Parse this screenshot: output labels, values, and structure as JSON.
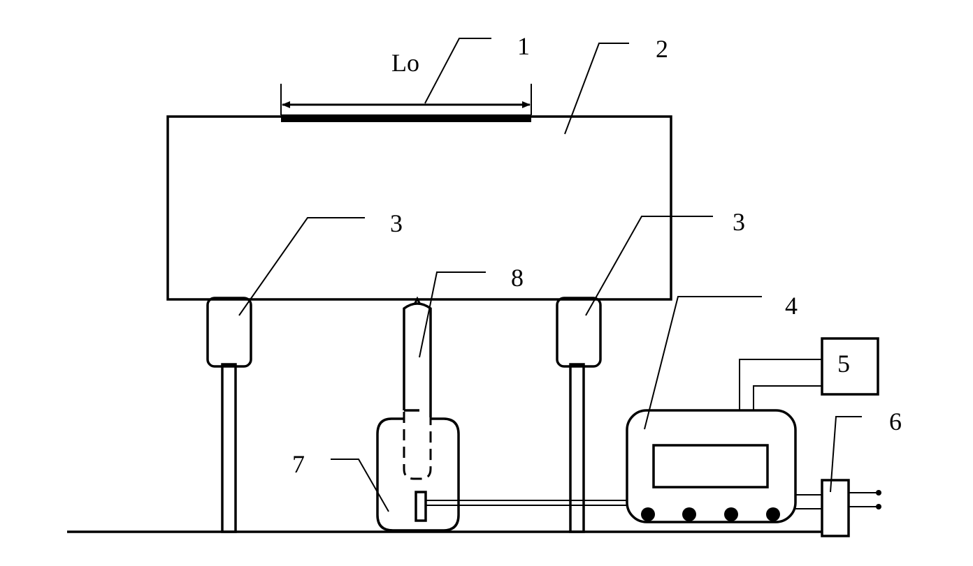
{
  "diagram": {
    "dimension_label": "Lo",
    "callouts": {
      "c1": "1",
      "c2": "2",
      "c3_left": "3",
      "c3_right": "3",
      "c4": "4",
      "c5": "5",
      "c6": "6",
      "c7": "7",
      "c8": "8"
    }
  }
}
